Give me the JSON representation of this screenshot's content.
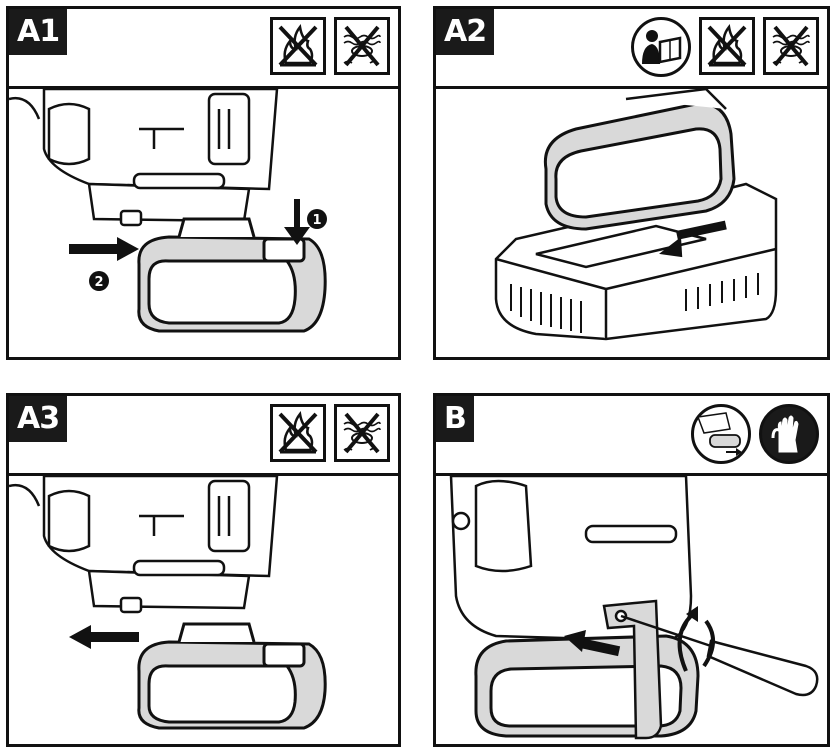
{
  "panels": {
    "a1": {
      "label": "A1",
      "icons": [
        "no-fire-icon",
        "no-water-icon"
      ],
      "step1": "1",
      "step2": "2"
    },
    "a2": {
      "label": "A2",
      "icons": [
        "read-manual-icon",
        "no-fire-icon",
        "no-water-icon"
      ]
    },
    "a3": {
      "label": "A3",
      "icons": [
        "no-fire-icon",
        "no-water-icon"
      ]
    },
    "b": {
      "label": "B",
      "icons": [
        "battery-insert-icon",
        "gloves-icon"
      ]
    }
  },
  "colors": {
    "ink": "#111111",
    "label_bg": "#1a1a1a",
    "battery_fill": "#d9d9d9",
    "paper": "#ffffff"
  }
}
